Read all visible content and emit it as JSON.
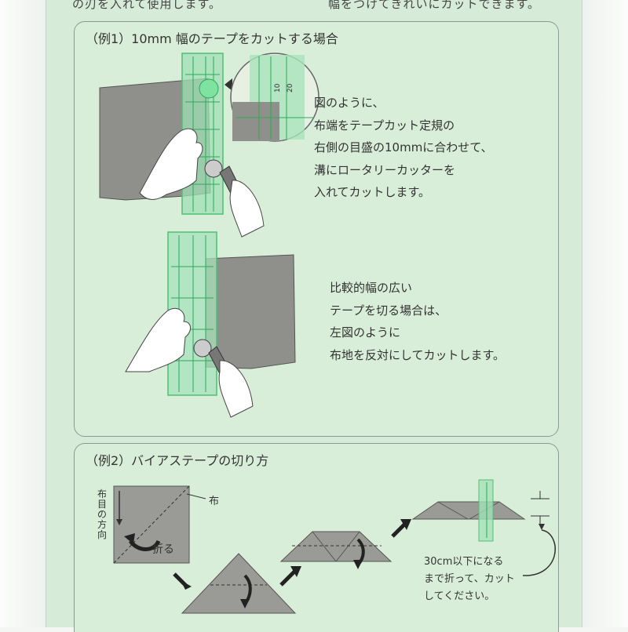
{
  "header": {
    "left_text": "の刃を入れて使用します。",
    "right_text": "幅をつけてきれいにカットできます。"
  },
  "example1": {
    "title": "（例1）10mm 幅のテープをカットする場合",
    "desc1": [
      "図のように、",
      "布端をテープカット定規の",
      "右側の目盛の10mmに合わせて、",
      "溝にロータリーカッターを",
      "入れてカットします。"
    ],
    "desc2": [
      "比較的幅の広い",
      "テープを切る場合は、",
      "左図のように",
      "布地を反対にしてカットします。"
    ],
    "scale_labels": [
      "10",
      "20"
    ]
  },
  "example2": {
    "title": "（例2）バイアステープの切り方",
    "grain_label": "布目の方向",
    "cloth_label": "布",
    "fold_label": "折る",
    "note": [
      "30cm以下になる",
      "まで折って、カット",
      "してください。"
    ]
  },
  "colors": {
    "sheet": "#d7ecd8",
    "ruler_green": "#5fcf86",
    "fabric": "#8f8f8b",
    "arrow": "#333333"
  }
}
